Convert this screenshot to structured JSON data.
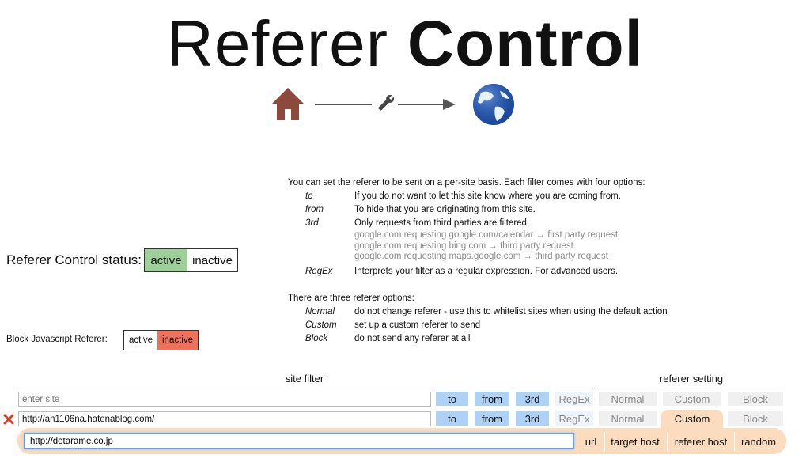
{
  "header": {
    "title_light": "Referer",
    "title_bold": "Control"
  },
  "status": {
    "label": "Referer Control status:",
    "active": "active",
    "inactive": "inactive"
  },
  "js_block": {
    "label": "Block Javascript Referer:",
    "active": "active",
    "inactive": "inactive"
  },
  "help": {
    "intro": "You can set the referer to be sent on a per-site basis. Each filter comes with four options:",
    "filters": [
      {
        "key": "to",
        "desc": "If you do not want to let this site know where you are coming from."
      },
      {
        "key": "from",
        "desc": "To hide that you are originating from this site."
      },
      {
        "key": "3rd",
        "desc": "Only requests from third parties are filtered."
      }
    ],
    "examples": [
      "google.com requesting google.com/calendar → first party request",
      "google.com requesting bing.com → third party request",
      "google.com requesting maps.google.com → third party request"
    ],
    "regex": {
      "key": "RegEx",
      "desc": "Interprets your filter as a regular expression. For advanced users."
    },
    "intro2": "There are three referer options:",
    "referer_options": [
      {
        "key": "Normal",
        "desc": "do not change referer - use this to whitelist sites when using the default action"
      },
      {
        "key": "Custom",
        "desc": "set up a custom referer to send"
      },
      {
        "key": "Block",
        "desc": "do not send any referer at all"
      }
    ]
  },
  "table": {
    "site_filter_header": "site filter",
    "referer_setting_header": "referer setting",
    "new_row": {
      "placeholder": "enter site",
      "to": "to",
      "from": "from",
      "third": "3rd",
      "regex": "RegEx",
      "normal": "Normal",
      "custom": "Custom",
      "block": "Block"
    },
    "rows": [
      {
        "site": "http://an1106na.hatenablog.com/",
        "to": "to",
        "from": "from",
        "third": "3rd",
        "regex": "RegEx",
        "normal": "Normal",
        "custom": "Custom",
        "block": "Block",
        "custom_referer": "http://detarame.co.jp",
        "custom_options": [
          "url",
          "target host",
          "referer host",
          "random"
        ]
      }
    ]
  },
  "colors": {
    "active_green": "#9fd09a",
    "inactive_red": "#f0705a",
    "button_blue": "#aed2f5",
    "custom_peach": "#fbdcbe",
    "house": "#8b4a3c",
    "globe": "#1d4fa8"
  }
}
